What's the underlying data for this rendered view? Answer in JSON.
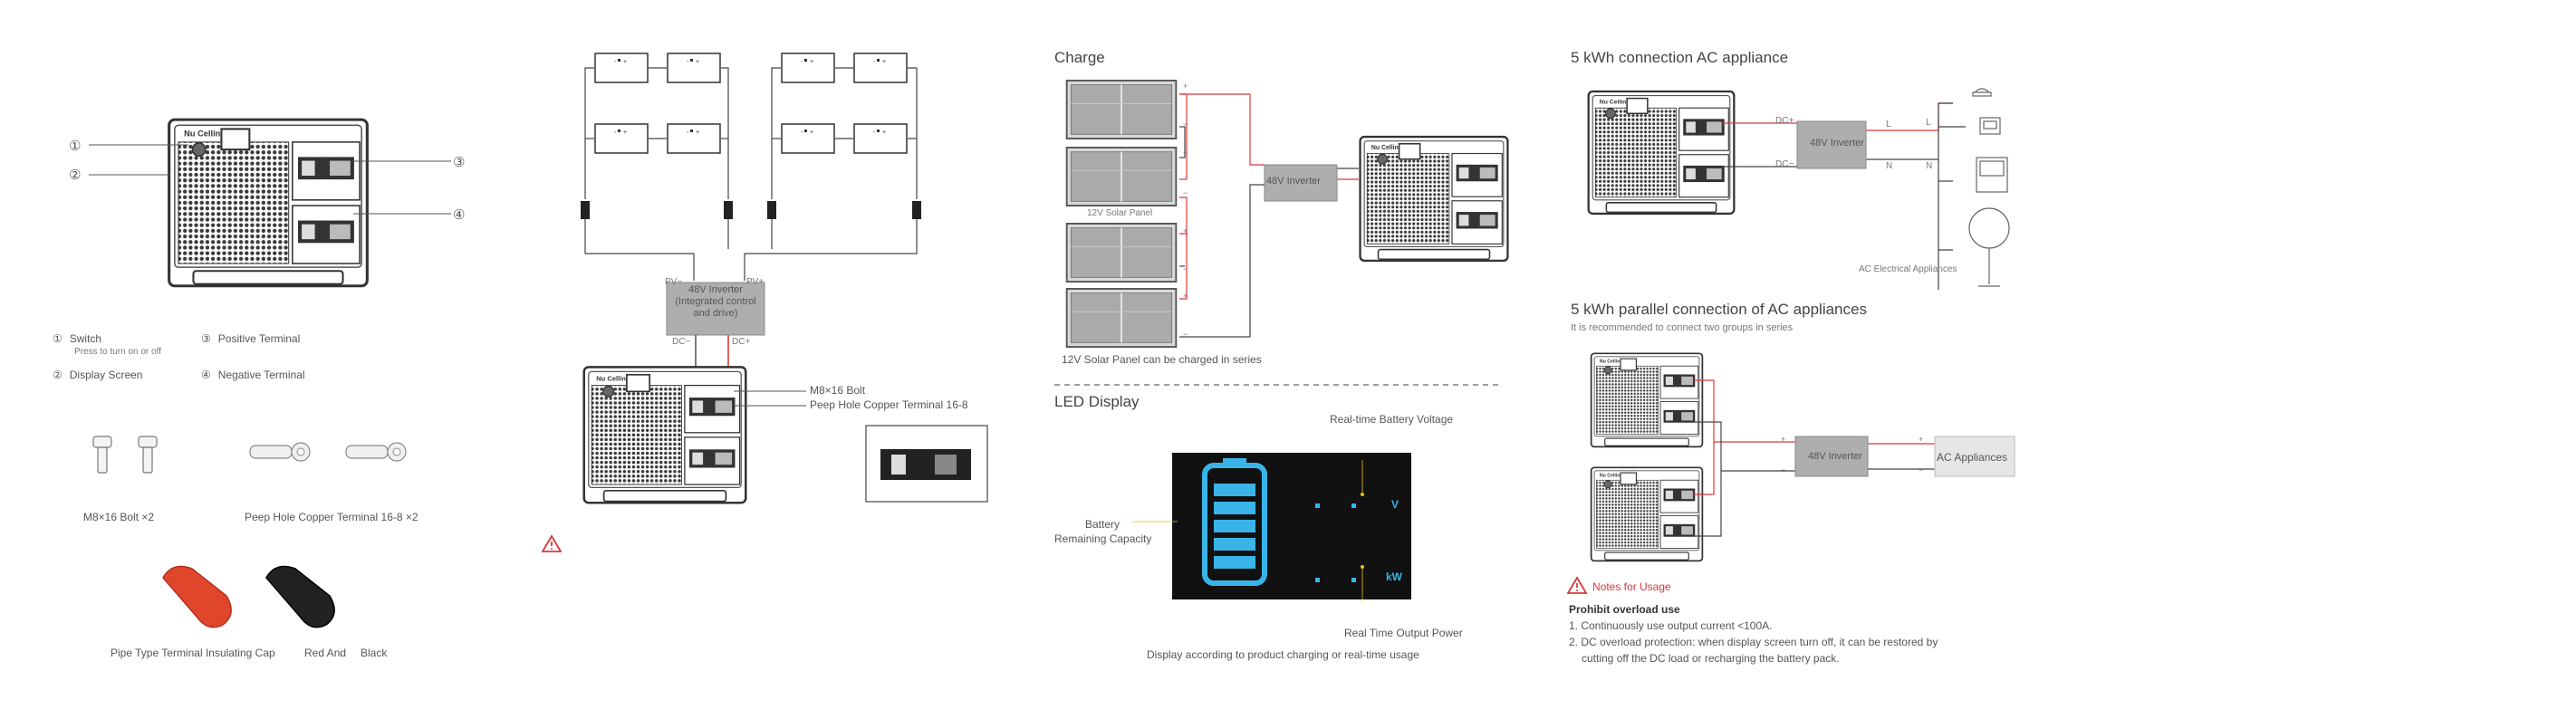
{
  "product": {
    "callouts": [
      "①",
      "②",
      "③",
      "④"
    ],
    "brand_mark": "Nu Cellink"
  },
  "legend": {
    "switch": {
      "num": "①",
      "label": "Switch",
      "sub": "Press to turn on or off"
    },
    "display": {
      "num": "②",
      "label": "Display Screen"
    },
    "positive": {
      "num": "③",
      "label": "Positive Terminal"
    },
    "negative": {
      "num": "④",
      "label": "Negative Terminal"
    }
  },
  "accessories": {
    "bolt": "M8×16 Bolt ×2",
    "terminal": "Peep Hole Copper Terminal 16-8 ×2",
    "cap": "Pipe Type Terminal Insulating Cap",
    "red": "Red And",
    "black": "Black"
  },
  "pv_wiring": {
    "pv_minus": "PV−",
    "pv_plus": "PV+",
    "inverter_label": [
      "48V Inverter",
      "(Integrated control",
      "and drive)"
    ],
    "dc_minus": "DC−",
    "dc_plus": "DC+",
    "bolt_callout": "M8×16 Bolt",
    "terminal_callout": "Peep Hole Copper Terminal 16-8"
  },
  "charge": {
    "heading": "Charge",
    "panel_label": "12V Solar Panel",
    "inverter": "48V Inverter",
    "series_note": "12V Solar Panel can be charged in series",
    "plus": "+",
    "minus": "−"
  },
  "led": {
    "heading": "LED Display",
    "battery_label_1": "Battery",
    "battery_label_2": "Remaining Capacity",
    "voltage_label": "Real-time Battery Voltage",
    "power_label": "Real Time Output Power",
    "unit_v": "V",
    "unit_kw": "kW",
    "footer": "Display according to product charging or real-time usage"
  },
  "ac5": {
    "heading": "5 kWh connection AC appliance",
    "inverter": "48V Inverter",
    "dc_plus": "DC+",
    "dc_minus": "DC−",
    "l1": "L",
    "l2": "L",
    "n1": "N",
    "n2": "N",
    "appliances": "AC Electrical Appliances"
  },
  "parallel": {
    "heading": "5 kWh parallel connection of AC appliances",
    "note": "It is recommended to connect two groups in series",
    "inverter": "48V Inverter",
    "appliances": "AC Appliances",
    "plus_in": "+",
    "minus_in": "−",
    "plus_out": "+",
    "minus_out": "−"
  },
  "notes": {
    "title": "Notes for Usage",
    "subtitle": "Prohibit overload use",
    "items": [
      "1. Continuously use output current <100A.",
      "2. DC overload protection: when display screen turn off, it can be restored by",
      "cutting off the DC load or recharging the battery pack."
    ]
  },
  "colors": {
    "wire_red": "#d9383a",
    "wire_dark": "#444444",
    "inverter_grey": "#aeaeae",
    "screen_bg": "#111111",
    "battery_blue": "#3ab4e8",
    "cap_red": "#e0462b",
    "cap_black": "#222222",
    "warning_red": "#d9383a"
  }
}
